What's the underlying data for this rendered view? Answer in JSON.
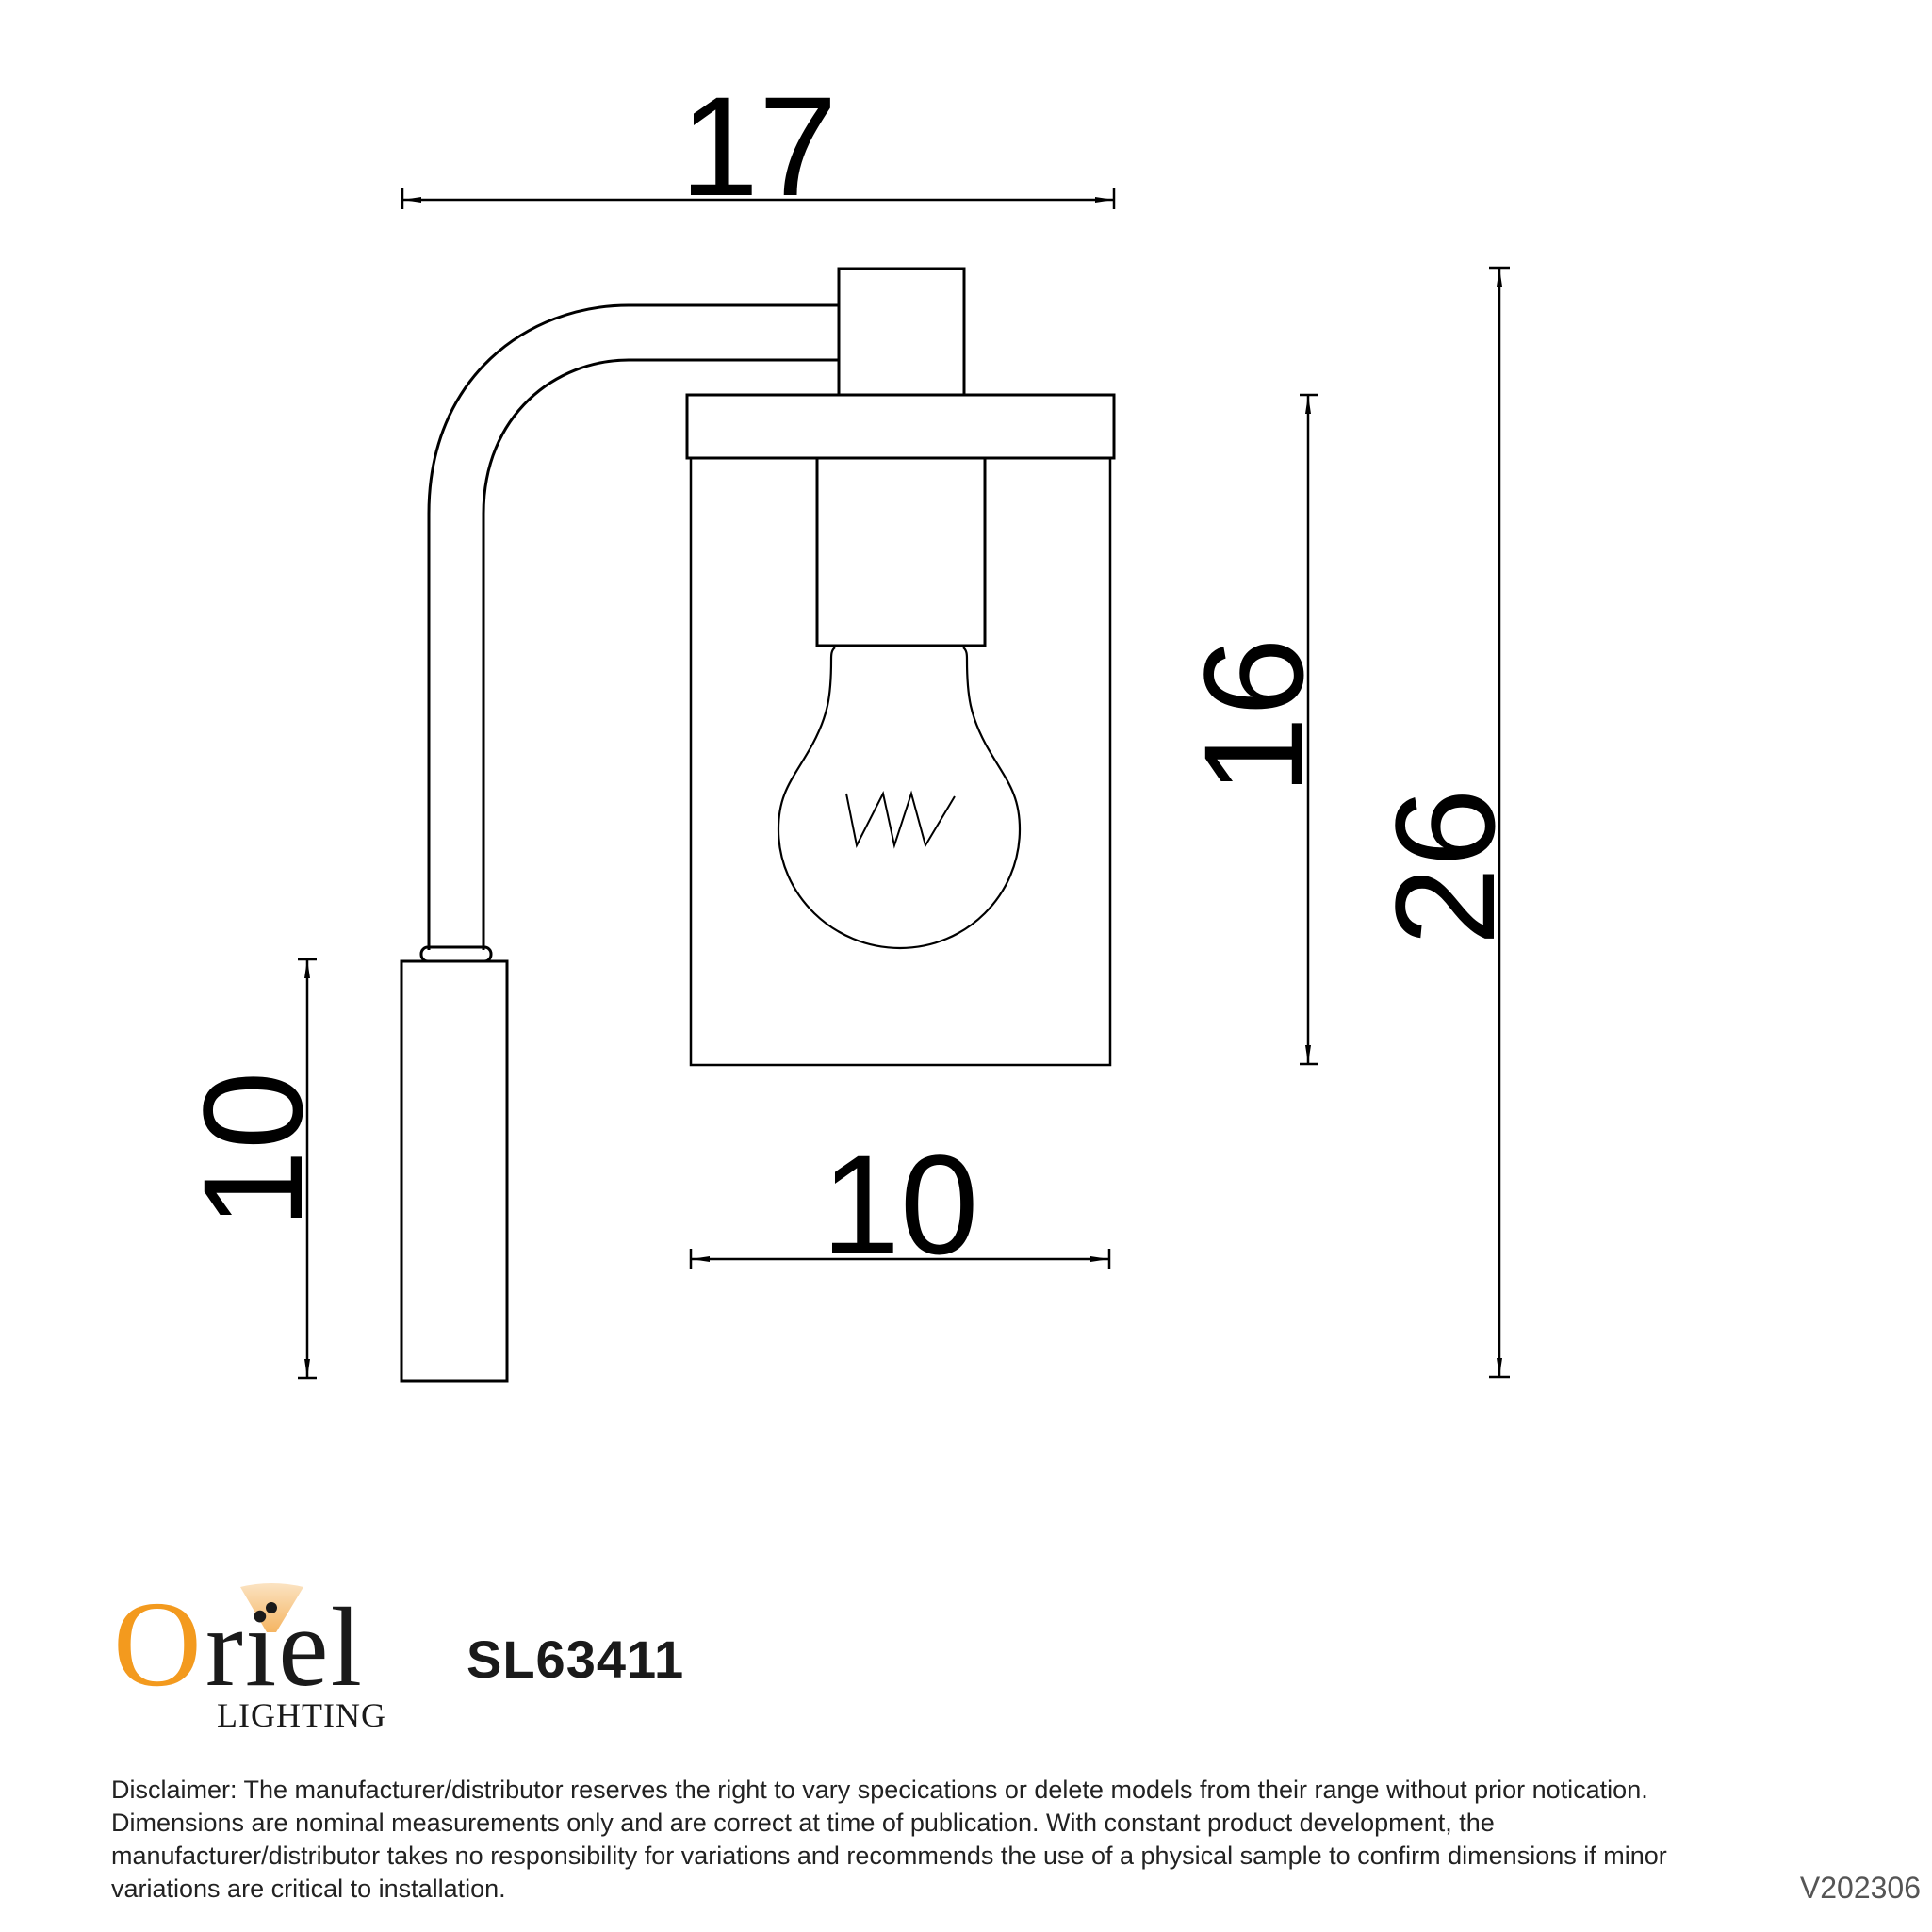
{
  "product": {
    "model_code": "SL63411",
    "version": "V202306"
  },
  "brand": {
    "name_orange": "O",
    "name_black": "riel",
    "subtitle": "LIGHTING",
    "colors": {
      "orange": "#F39A1E",
      "black": "#1a1a1a",
      "beam_light": "#FBE3C2"
    }
  },
  "dimensions": {
    "overall_width": "17",
    "overall_height": "26",
    "shade_height": "16",
    "shade_width": "10",
    "backplate_height": "10"
  },
  "disclaimer": {
    "lines": [
      "Disclaimer: The manufacturer/distributor reserves the right to vary specications or delete models from their range without prior notication.",
      "Dimensions are nominal measurements only and are correct at time of publication. With constant product development, the",
      "manufacturer/distributor takes no responsibility for variations and recommends the use of a physical sample to confirm dimensions if minor",
      "variations are critical to installation."
    ]
  }
}
